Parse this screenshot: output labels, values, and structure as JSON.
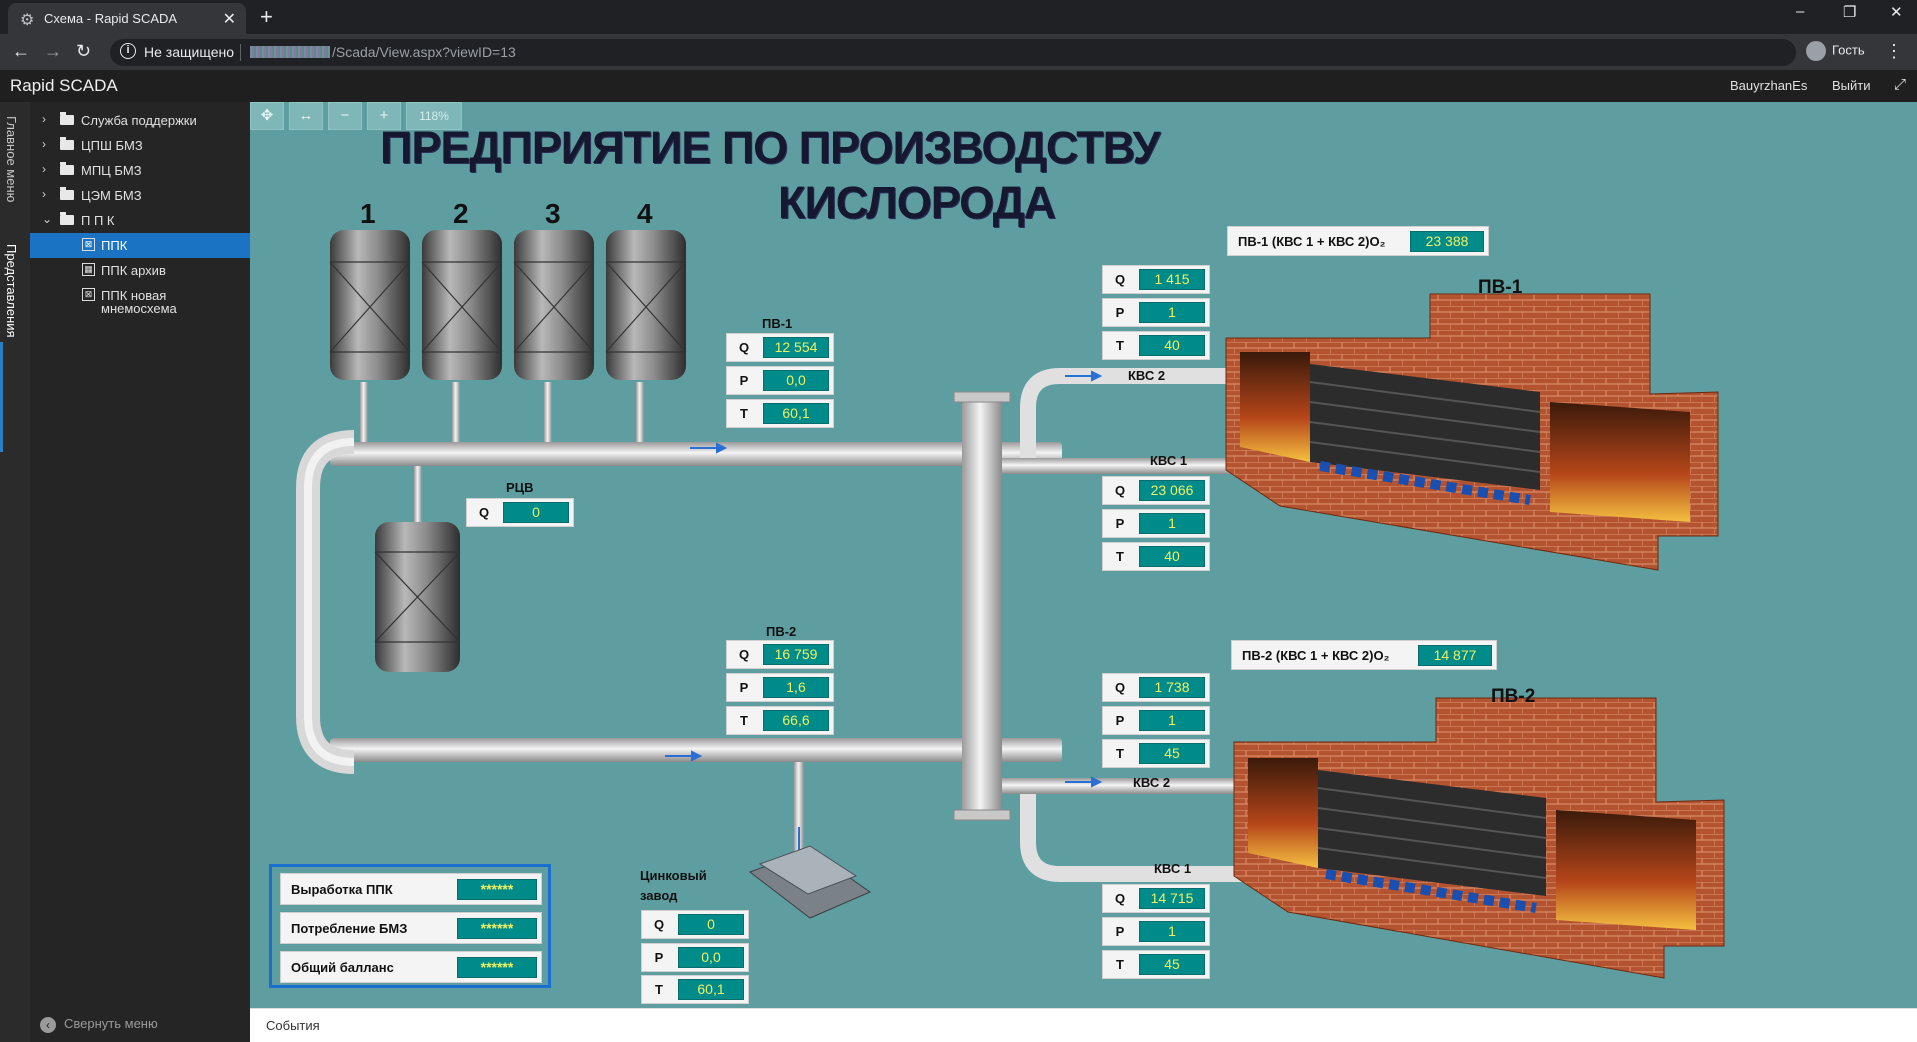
{
  "browser": {
    "tab_title": "Схема - Rapid SCADA",
    "new_tab": "+",
    "security": "Не защищено",
    "url_path": "/Scada/View.aspx?viewID=13",
    "profile": "Гость"
  },
  "app": {
    "brand": "Rapid SCADA",
    "user": "BauyrzhanEs",
    "logout": "Выйти"
  },
  "vtabs": {
    "main_menu": "Главное меню",
    "views": "Представления"
  },
  "tree": {
    "items": [
      {
        "label": "Служба поддержки"
      },
      {
        "label": "ЦПШ БМЗ"
      },
      {
        "label": "МПЦ БМЗ"
      },
      {
        "label": "ЦЭМ БМЗ"
      },
      {
        "label": "П П К"
      }
    ],
    "children": [
      {
        "label": "ППК"
      },
      {
        "label": "ППК архив"
      },
      {
        "label": "ППК новая"
      },
      {
        "label": "мнемосхема"
      }
    ],
    "collapse": "Свернуть меню"
  },
  "zoom": {
    "level": "118%"
  },
  "scheme": {
    "title_line1": "ПРЕДПРИЯТИЕ ПО ПРОИЗВОДСТВУ",
    "title_line2": "КИСЛОРОДА",
    "tanks": [
      "1",
      "2",
      "3",
      "4"
    ],
    "pv1": {
      "label": "ПВ-1",
      "Q": "12 554",
      "P": "0,0",
      "T": "60,1"
    },
    "pv2": {
      "label": "ПВ-2",
      "Q": "16 759",
      "P": "1,6",
      "T": "66,6"
    },
    "rcv": {
      "label": "РЦВ",
      "Q": "0"
    },
    "zinc": {
      "label_line1": "Цинковый",
      "label_line2": "завод",
      "Q": "0",
      "P": "0,0",
      "T": "60,1"
    },
    "f1": {
      "title": "ПВ-1",
      "sum_label": "ПВ-1 (КВС 1 + КВС 2)O₂",
      "sum_value": "23 388",
      "kvs2": {
        "label": "КВС 2",
        "Q": "1 415",
        "P": "1",
        "T": "40"
      },
      "kvs1": {
        "label": "КВС 1",
        "Q": "23 066",
        "P": "1",
        "T": "40"
      }
    },
    "f2": {
      "title": "ПВ-2",
      "sum_label": "ПВ-2 (КВС 1 + КВС 2)O₂",
      "sum_value": "14 877",
      "kvs2": {
        "label": "КВС 2",
        "Q": "1 738",
        "P": "1",
        "T": "45"
      },
      "kvs1": {
        "label": "КВС 1",
        "Q": "14 715",
        "P": "1",
        "T": "45"
      }
    },
    "totals": [
      {
        "label": "Выработка ППК",
        "value": "******"
      },
      {
        "label": "Потребление БМЗ",
        "value": "******"
      },
      {
        "label": "Общий балланс",
        "value": "******"
      }
    ],
    "keys": {
      "Q": "Q",
      "P": "P",
      "T": "T"
    }
  },
  "events": "События",
  "colors": {
    "background": "#5f9ea0",
    "value_bg": "#008b8b",
    "value_text": "#f0f060",
    "accent": "#1a74c3"
  }
}
